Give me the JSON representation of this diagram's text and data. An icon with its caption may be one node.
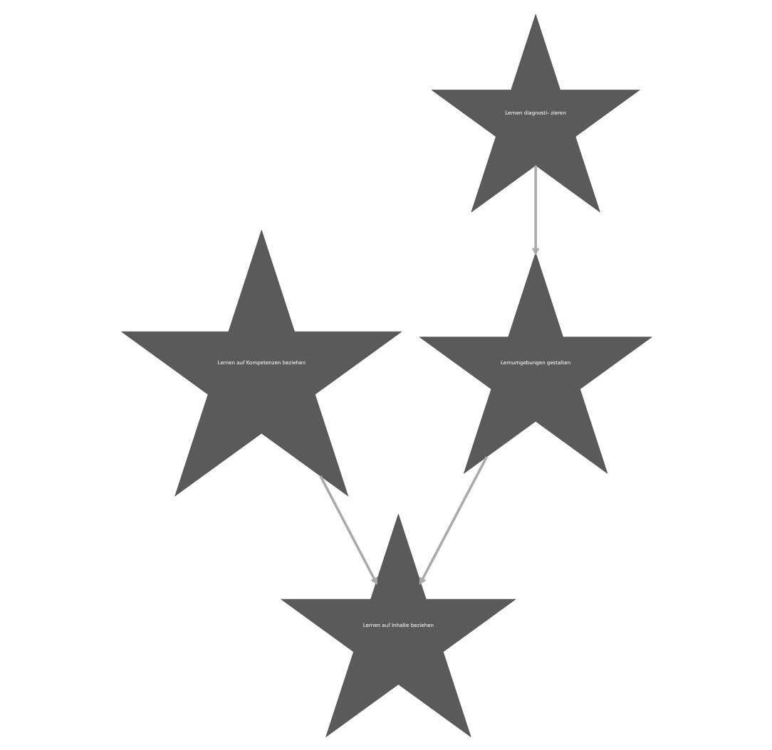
{
  "diagram": {
    "nodes": [
      {
        "text": [
          "Lernen auf Inhalte beziehen"
        ]
      },
      {
        "text": [
          "Lernen auf Kompetenzen beziehen"
        ]
      },
      {
        "text": [
          "Lernumgebungen gestalten"
        ]
      },
      {
        "text": [
          "Lernen diagnosti- zieren"
        ]
      }
    ],
    "edges": [
      {
        "from": 1,
        "to": 0,
        "arrow": "to"
      },
      {
        "from": 2,
        "to": 0,
        "arrow": "to"
      },
      {
        "from": 3,
        "to": 2,
        "arrow": "to"
      }
    ]
  }
}
